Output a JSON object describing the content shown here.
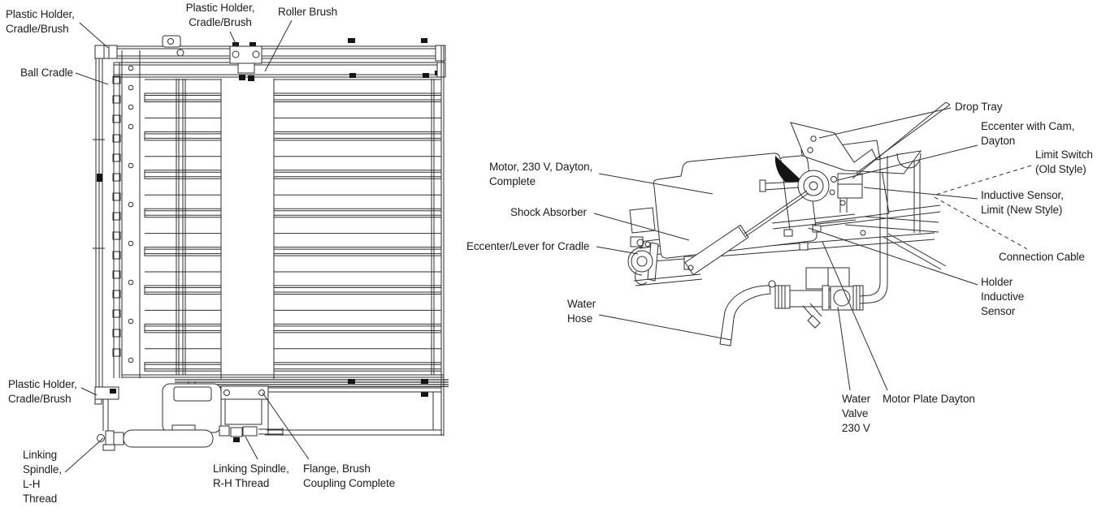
{
  "diagram_colors": {
    "line": "#2e2e2e",
    "text": "#1c1c1c",
    "background": "#ffffff"
  },
  "labels": {
    "plastic_holder_top_left": "Plastic Holder,\nCradle/Brush",
    "ball_cradle": "Ball Cradle",
    "plastic_holder_top_center": "Plastic Holder,\nCradle/Brush",
    "roller_brush": "Roller Brush",
    "plastic_holder_bottom_left": "Plastic Holder,\nCradle/Brush",
    "linking_spindle_lh": "Linking\nSpindle,\nL-H\nThread",
    "linking_spindle_rh": "Linking Spindle,\nR-H Thread",
    "flange_brush_coupling": "Flange, Brush\nCoupling Complete",
    "motor_230v": "Motor, 230 V, Dayton,\nComplete",
    "shock_absorber": "Shock Absorber",
    "eccenter_lever": "Eccenter/Lever for Cradle",
    "water_hose": "Water\nHose",
    "drop_tray": "Drop Tray",
    "eccenter_cam": "Eccenter with Cam,\nDayton",
    "limit_switch": "Limit Switch\n(Old Style)",
    "inductive_sensor": "Inductive Sensor,\nLimit (New Style)",
    "connection_cable": "Connection Cable",
    "holder_inductive": "Holder\nInductive\nSensor",
    "water_valve": "Water\nValve\n230 V",
    "motor_plate": "Motor Plate Dayton"
  }
}
